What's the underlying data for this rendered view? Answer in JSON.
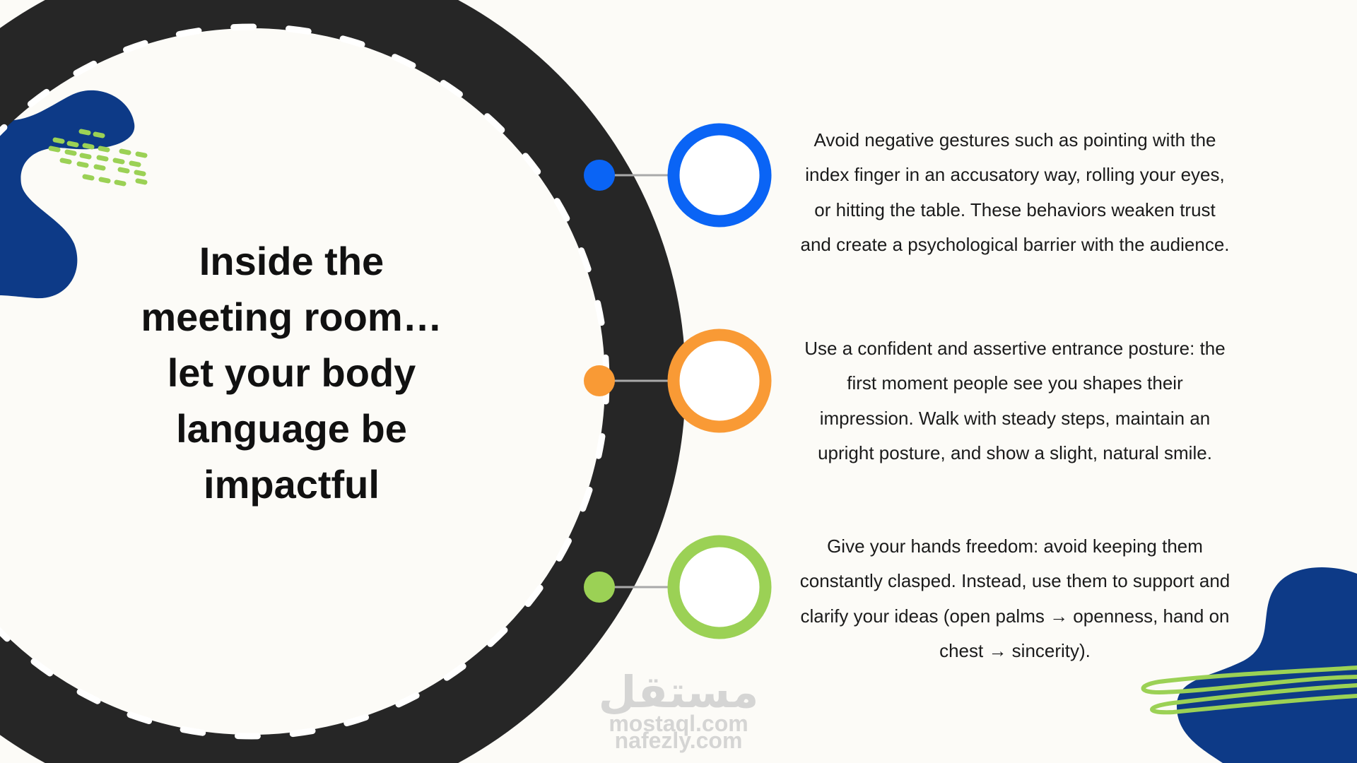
{
  "colors": {
    "background": "#fcfbf7",
    "road": "#262626",
    "navy": "#0d3a87",
    "blue": "#0a64f5",
    "orange": "#f99a35",
    "green": "#9bd155",
    "connector": "#a9a9a9"
  },
  "title": {
    "lines": [
      "Inside the",
      "meeting room…",
      "let your body",
      "language be",
      "impactful"
    ]
  },
  "items": [
    {
      "marker_color": "blue",
      "text": "Avoid negative gestures such as pointing with the index finger in an accusatory way, rolling your eyes, or hitting the table. These behaviors weaken trust and create a psychological barrier with the audience."
    },
    {
      "marker_color": "orange",
      "text": "Use a confident and assertive entrance posture: the first moment people see you shapes their impression. Walk with steady steps, maintain an upright posture, and show a slight, natural smile."
    },
    {
      "marker_color": "green",
      "text": "Give your hands freedom: avoid keeping them constantly clasped. Instead, use them to support and clarify your ideas (open palms → openness, hand on chest → sincerity)."
    }
  ],
  "watermark": {
    "arabic": "مستقل",
    "line1": "mostaql.com",
    "line2": "nafezly.com"
  }
}
